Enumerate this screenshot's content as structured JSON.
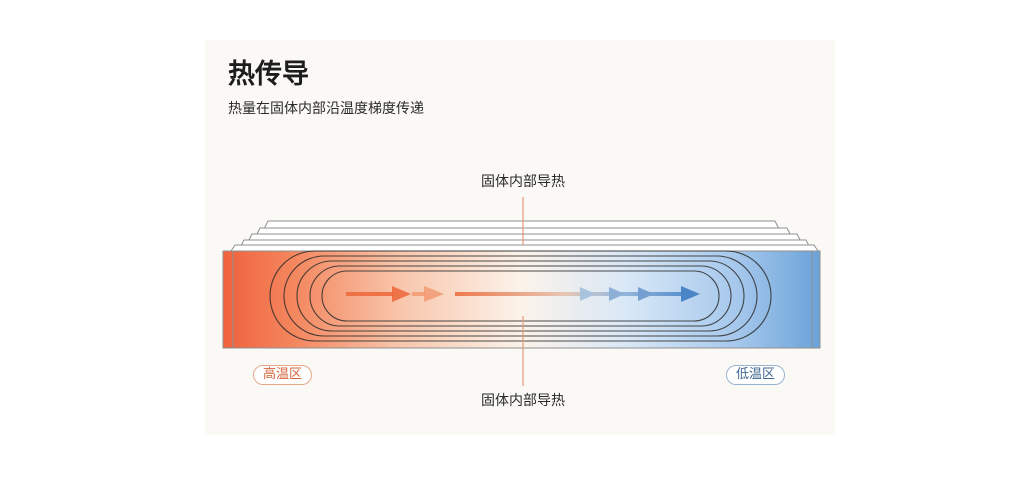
{
  "header": {
    "title": "热传导",
    "subtitle": "热量在固体内部沿温度梯度传递"
  },
  "callouts": {
    "top": "固体内部导热",
    "bottom": "固体内部导热"
  },
  "zones": {
    "hot": "高温区",
    "cold": "低温区"
  },
  "colors": {
    "hot": "#ef5a33",
    "neutral": "#fbf3ea",
    "cold": "#6aa3d9",
    "outline": "#8f8f8f",
    "arrow_hot": "#ee6a3e",
    "arrow_cold": "#4a86c7"
  }
}
